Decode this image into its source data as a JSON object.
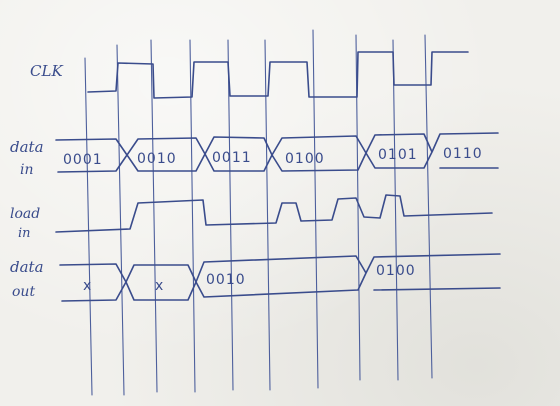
{
  "signals": {
    "clk": {
      "label": "CLK"
    },
    "data_in": {
      "label_line1": "data",
      "label_line2": "in",
      "values": [
        "0001",
        "0010",
        "0011",
        "0100",
        "0101",
        "0110"
      ]
    },
    "load_in": {
      "label_line1": "load",
      "label_line2": "in"
    },
    "data_out": {
      "label_line1": "data",
      "label_line2": "out",
      "values": [
        "x",
        "x",
        "0010",
        "0100"
      ]
    }
  },
  "ink_color": "#3a4c8c"
}
